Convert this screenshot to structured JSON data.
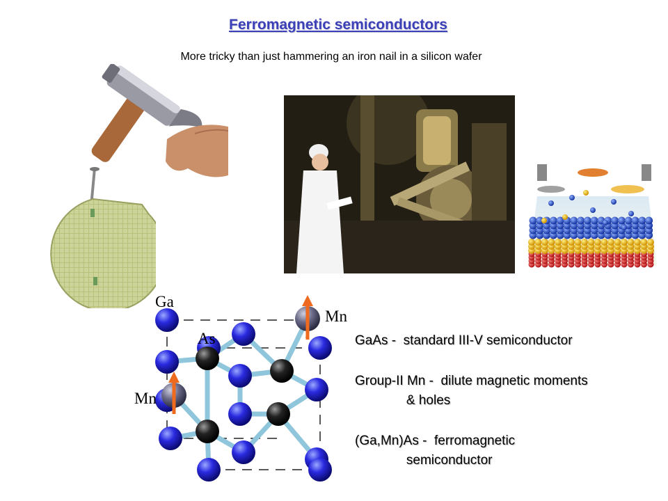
{
  "slide": {
    "title": "Ferromagnetic semiconductors",
    "subtitle": "More tricky than just hammering an iron nail in a silicon wafer"
  },
  "lattice": {
    "labels": {
      "ga": "Ga",
      "as": "As",
      "mn_top": "Mn",
      "mn_left": "Mn"
    },
    "colors": {
      "ga_atom": "#1a1ad0",
      "as_atom": "#111111",
      "bond": "#8fc6dc",
      "mn_atom": "#7a7a90",
      "spin_arrow": "#ee6a1e"
    }
  },
  "description": {
    "line1": "GaAs -  standard III-V semiconductor",
    "line2": "Group-II Mn -  dilute magnetic moments",
    "line3": "              & holes",
    "line4": "(Ga,Mn)As -  ferromagnetic",
    "line5": "              semiconductor"
  },
  "images": {
    "hammer": "hammer-icon",
    "wafer": "silicon-wafer",
    "lab_photo": "mbe-lab-photo",
    "layers": "crystal-layers-illustration"
  }
}
